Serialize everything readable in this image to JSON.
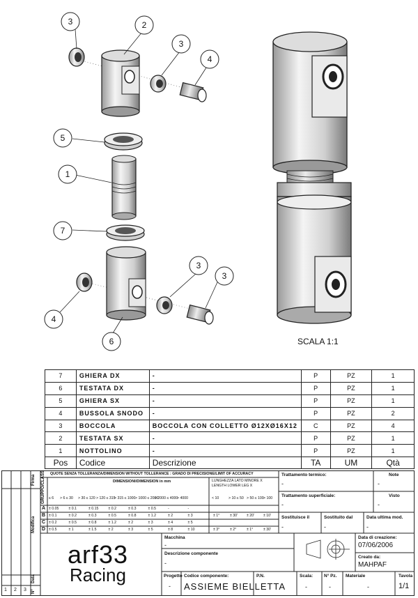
{
  "callouts": [
    "3",
    "2",
    "3",
    "4",
    "5",
    "1",
    "7",
    "3",
    "3",
    "4",
    "6"
  ],
  "scale_label": "SCALA 1:1",
  "bom": {
    "headers": {
      "pos": "Pos",
      "code": "Codice",
      "desc": "Descrizione",
      "ta": "TA",
      "um": "UM",
      "qty": "Qtà"
    },
    "rows": [
      {
        "pos": "7",
        "code": "GHIERA DX",
        "desc": "-",
        "ta": "P",
        "um": "PZ",
        "qty": "1"
      },
      {
        "pos": "6",
        "code": "TESTATA DX",
        "desc": "-",
        "ta": "P",
        "um": "PZ",
        "qty": "1"
      },
      {
        "pos": "5",
        "code": "GHIERA SX",
        "desc": "-",
        "ta": "P",
        "um": "PZ",
        "qty": "1"
      },
      {
        "pos": "4",
        "code": "BUSSOLA SNODO",
        "desc": "-",
        "ta": "P",
        "um": "PZ",
        "qty": "2"
      },
      {
        "pos": "3",
        "code": "BOCCOLA",
        "desc": "BOCCOLA  CON COLLETTO Ø12XØ16X12",
        "ta": "C",
        "um": "PZ",
        "qty": "4"
      },
      {
        "pos": "2",
        "code": "TESTATA SX",
        "desc": "-",
        "ta": "P",
        "um": "PZ",
        "qty": "1"
      },
      {
        "pos": "1",
        "code": "NOTTOLINO",
        "desc": "-",
        "ta": "P",
        "um": "PZ",
        "qty": "1"
      }
    ]
  },
  "title_block": {
    "tolerance_title": "QUOTE SENZA TOLLERANZA/DIMENSION WITHOUT TOLLERANCE : GRADO DI PRECISIONE/LIMIT OF ACCURACY",
    "dimension_header": "DIMENSIONI/DIMENSION in mm",
    "angular_header": "LUNGHEZZA LATO MINORE X",
    "angular_header2": "LENGTH LOWER LEG  X",
    "classes_label": "GRUPPO/CLASS",
    "dim_cols": [
      "≤ 6",
      "> 6 ≤ 30",
      "> 30 ≤ 120",
      "> 120 ≤ 315",
      "> 315 ≤ 1000",
      "> 1000 ≤ 2000",
      "> 2000 ≤ 4000",
      "> 4000"
    ],
    "ang_cols": [
      "< 10",
      "> 10 ≤ 50",
      "> 50 ≤ 100",
      "> 100"
    ],
    "classes": [
      {
        "k": "A",
        "v": [
          "± 0.05",
          "± 0.1",
          "± 0.15",
          "± 0.2",
          "± 0.3",
          "± 0.5",
          "-",
          "-"
        ]
      },
      {
        "k": "B",
        "v": [
          "± 0.1",
          "± 0.2",
          "± 0.3",
          "± 0.5",
          "± 0.8",
          "± 1.2",
          "± 2",
          "± 3"
        ]
      },
      {
        "k": "C",
        "v": [
          "± 0.2",
          "± 0.5",
          "± 0.8",
          "± 1.2",
          "± 2",
          "± 3",
          "± 4",
          "± 5"
        ]
      },
      {
        "k": "D",
        "v": [
          "± 0.5",
          "± 1",
          "± 1.5",
          "± 2",
          "± 3",
          "± 5",
          "± 8",
          "± 10"
        ]
      }
    ],
    "ang_rows": [
      [
        "± 1°",
        "± 30'",
        "± 20'",
        "± 10'"
      ],
      [
        "± 3°",
        "± 2°",
        "± 1°",
        "± 30'"
      ]
    ],
    "heat_treatment_label": "Trattamento termico:",
    "heat_treatment_value": "-",
    "surface_treatment_label": "Trattamento superficiale:",
    "surface_treatment_value": "-",
    "notes_label": "Note",
    "notes_value": "-",
    "seen_label": "Visto",
    "seen_value": "-",
    "replaces_label": "Sostituisce il",
    "replaces_value": "-",
    "replaced_by_label": "Sostituito dal",
    "replaced_by_value": "-",
    "last_mod_label": "Data ultima mod.",
    "last_mod_value": "-",
    "machine_label": "Macchina",
    "machine_value": "-",
    "component_desc_label": "Descrizione componente",
    "component_desc_value": "-",
    "creation_date_label": "Data di creazione:",
    "creation_date_value": "07/06/2006",
    "created_by_label": "Creato da:",
    "created_by_value": "MAHPAF",
    "project_label": "Progetto",
    "project_value": "-",
    "component_code_label": "Codice componente:",
    "component_code_value": "ASSIEME BIELLETTA",
    "pn_label": "P.N.",
    "scale_label": "Scala:",
    "scale_value": "-",
    "pieces_label": "N° Pz.",
    "pieces_value": "-",
    "material_label": "Materiale",
    "material_value": "-",
    "sheet_label": "Tavola",
    "sheet_value": "1/1",
    "side_firma": "Firma",
    "side_modifica": "Modifica",
    "side_data": "Data",
    "side_n": "N°",
    "rev_numbers": [
      "1",
      "2",
      "3"
    ],
    "logo_line1": "arf33",
    "logo_line2": "Racing"
  }
}
